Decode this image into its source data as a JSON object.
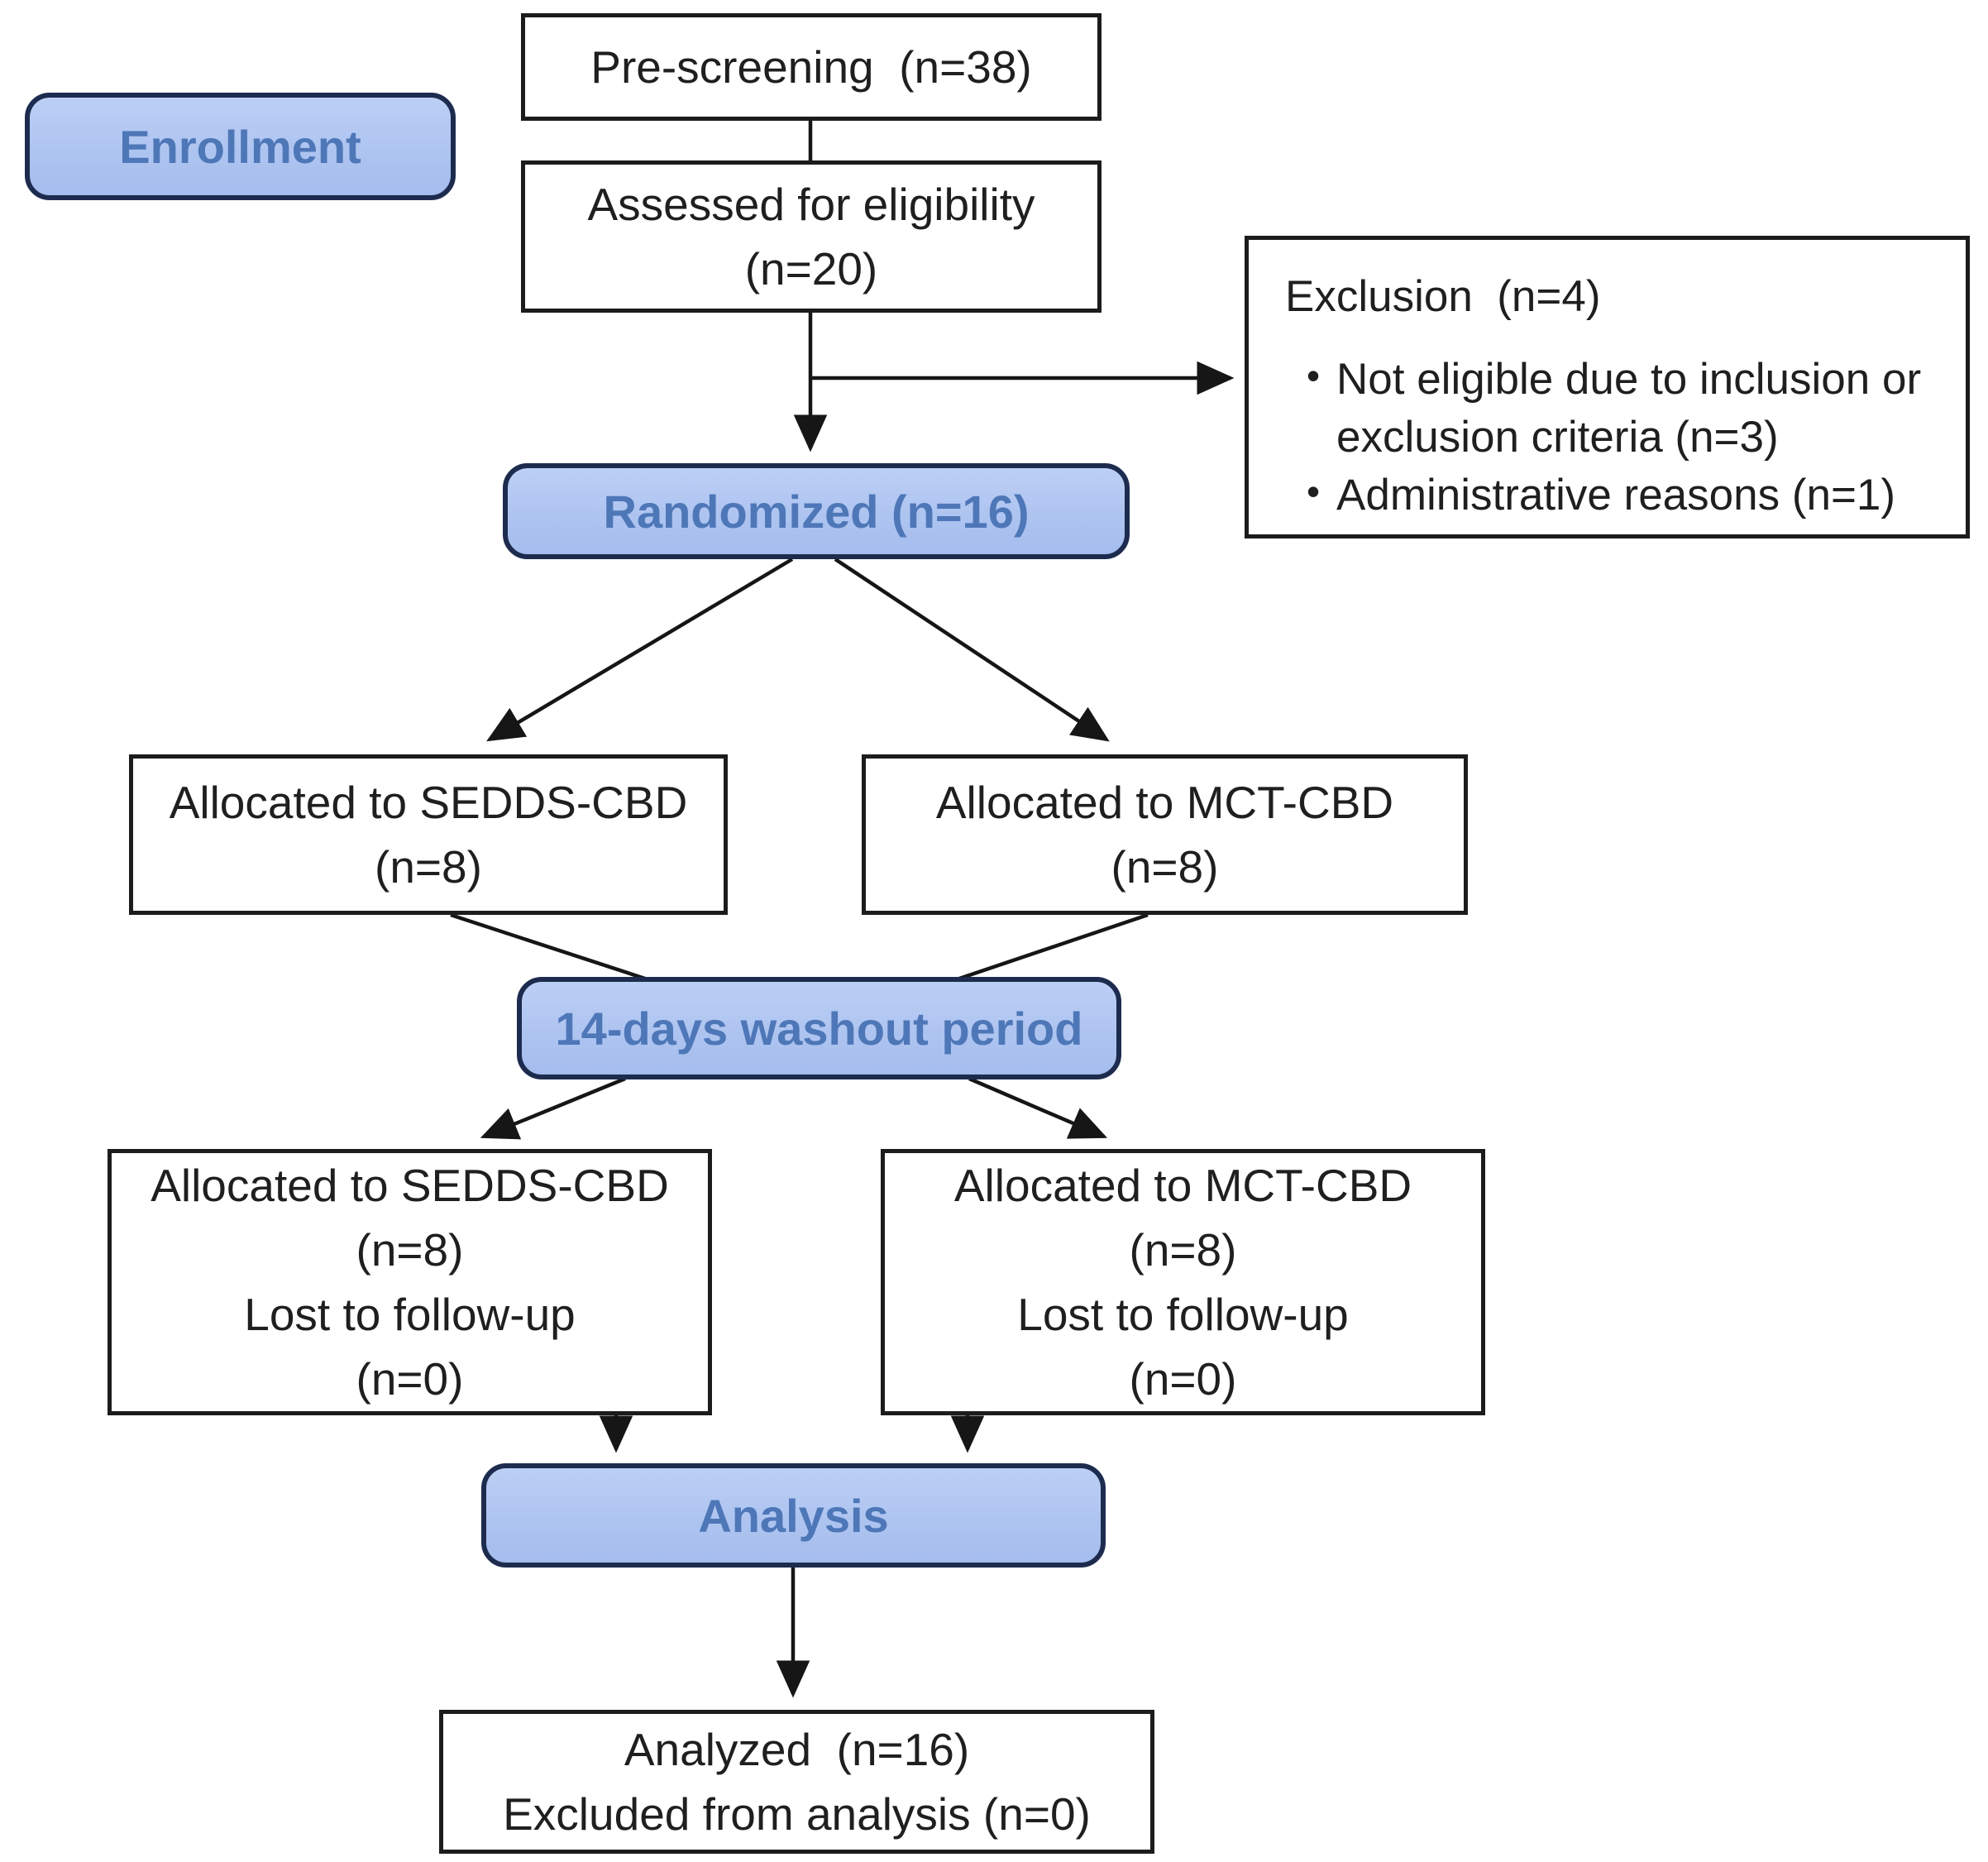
{
  "diagram_type": "consort-flowchart",
  "colors": {
    "stage_fill": "#aec4f0",
    "stage_fill_light": "#bccff5",
    "stage_border": "#1d2c4e",
    "stage_text": "#4e77b8",
    "box_fill": "#ffffff",
    "box_border": "#1c1c1c",
    "text": "#1f1f1f",
    "connector": "#161616",
    "background": "#ffffff"
  },
  "stages": {
    "enrollment": {
      "label": "Enrollment"
    },
    "randomized": {
      "label": "Randomized (n=16)"
    },
    "washout": {
      "label": "14-days washout period"
    },
    "analysis": {
      "label": "Analysis"
    }
  },
  "boxes": {
    "prescreening": {
      "lines": [
        "Pre-screening  (n=38)"
      ]
    },
    "assessed": {
      "lines": [
        "Assessed for eligibility",
        "(n=20)"
      ]
    },
    "exclusion": {
      "title": "Exclusion  (n=4)",
      "bullets": [
        "Not eligible due to inclusion or exclusion criteria (n=3)",
        "Administrative reasons (n=1)"
      ]
    },
    "alloc_sedds": {
      "lines": [
        "Allocated to SEDDS-CBD",
        "(n=8)"
      ]
    },
    "alloc_mct": {
      "lines": [
        "Allocated to MCT-CBD",
        "(n=8)"
      ]
    },
    "alloc_sedds_followup": {
      "lines": [
        "Allocated to SEDDS-CBD",
        "(n=8)",
        "Lost to follow-up",
        "(n=0)"
      ]
    },
    "alloc_mct_followup": {
      "lines": [
        "Allocated to MCT-CBD",
        "(n=8)",
        "Lost to follow-up",
        "(n=0)"
      ]
    },
    "analyzed": {
      "lines": [
        "Analyzed  (n=16)",
        "Excluded from analysis (n=0)"
      ]
    }
  }
}
